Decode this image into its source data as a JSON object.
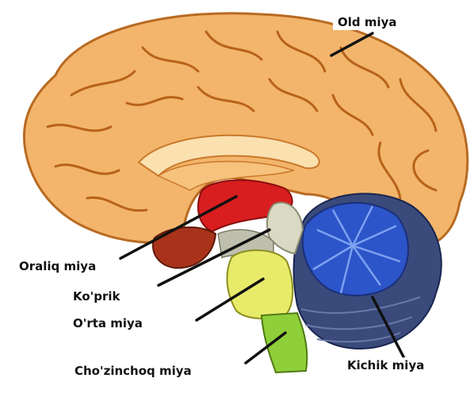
{
  "labels": {
    "old_miya": "Old miya",
    "oraliq_miya": "Oraliq miya",
    "koprik": "Ko'prik",
    "orta_miya": "O'rta miya",
    "chozinchoq_miya": "Cho'zinchoq miya",
    "kichik_miya": "Kichik miya"
  },
  "colors": {
    "cerebrum": "#f2b56b",
    "cerebrum_shadow": "#c9782a",
    "diencephalon": "#d81e1e",
    "pons": "#d9d9c4",
    "midbrain": "#e8ea6a",
    "medulla": "#8fcf3a",
    "cerebellum": "#2c55c9",
    "cerebellum_dark": "#1b2f7a"
  }
}
